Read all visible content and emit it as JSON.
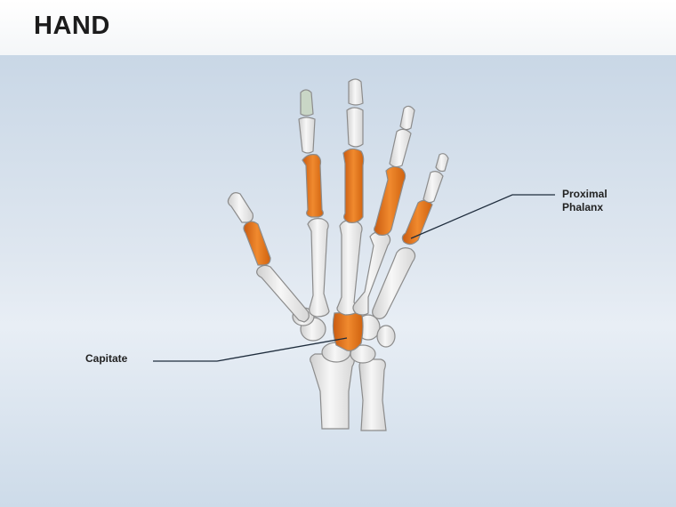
{
  "slide": {
    "title": "HAND"
  },
  "labels": {
    "proximal_line1": "Proximal",
    "proximal_line2": "Phalanx",
    "capitate": "Capitate"
  },
  "colors": {
    "highlight": "#e8711c",
    "bone_fill": "#f2f2f2",
    "bone_stroke": "#8c8c8c",
    "leader_line": "#1f2d3d"
  }
}
